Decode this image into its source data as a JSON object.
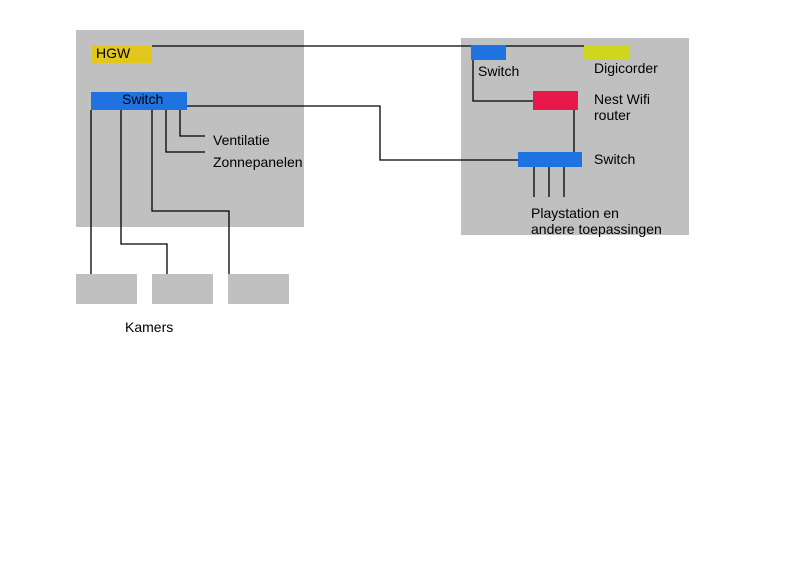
{
  "colors": {
    "zone": "#c0c0c0",
    "room": "#c0c0c0",
    "switch": "#1f73e0",
    "hgw": "#e2c71c",
    "digicorder": "#cfd61e",
    "router": "#e8194a",
    "line": "#000000"
  },
  "labels": {
    "hgw": "HGW",
    "switch_left": "Switch",
    "ventilatie": "Ventilatie",
    "zonnepanelen": "Zonnepanelen",
    "kamers": "Kamers",
    "switch_top_right": "Switch",
    "digicorder": "Digicorder",
    "nest_line1": "Nest Wifi",
    "nest_line2": "router",
    "switch_right": "Switch",
    "playstation_line1": "Playstation en",
    "playstation_line2": "andere toepassingen"
  }
}
